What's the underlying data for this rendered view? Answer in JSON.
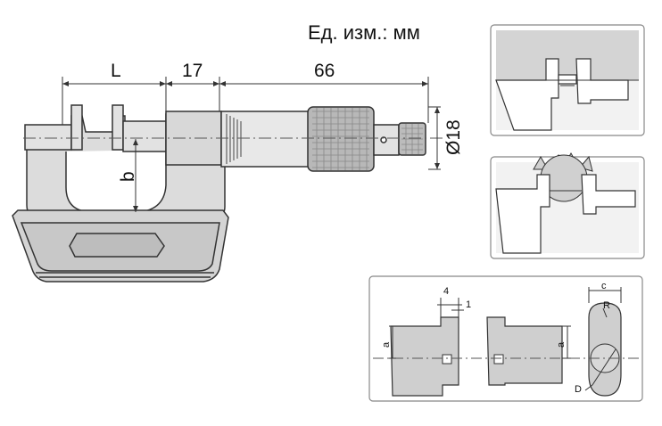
{
  "units_label": "Ед. изм.: мм",
  "main_dims": {
    "L": "L",
    "d17": "17",
    "d66": "66",
    "diameter": "Ø18",
    "b": "b"
  },
  "detail_dims": {
    "four": "4",
    "one": "1",
    "a_left": "a",
    "a_right": "a",
    "c": "c",
    "R": "R",
    "D": "D"
  },
  "colors": {
    "body_fill": "#dcdcdc",
    "panel_fill": "#ececec",
    "stroke": "#333333",
    "centerline": "#555555"
  }
}
